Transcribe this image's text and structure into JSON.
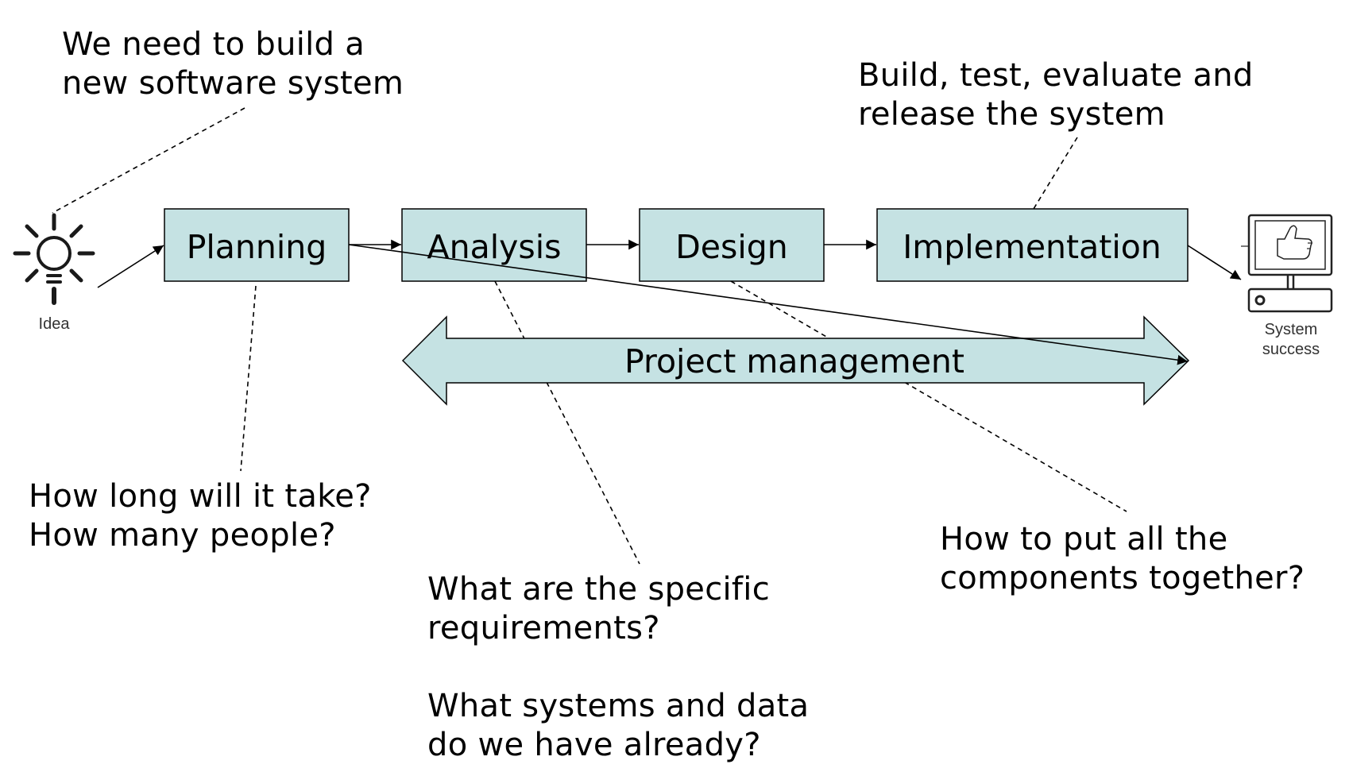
{
  "notes": {
    "idea_note": [
      "We need to build a",
      "new software system"
    ],
    "planning_note": [
      "How long will it take?",
      "How many people?"
    ],
    "analysis_note": [
      "What are the specific",
      "requirements?"
    ],
    "analysis_note_2": [
      "What systems and data",
      "do we have already?"
    ],
    "design_note": [
      "How to put all the",
      "components together?"
    ],
    "implementation_note": [
      "Build, test, evaluate and",
      "release the system"
    ]
  },
  "stages": [
    "Planning",
    "Analysis",
    "Design",
    "Implementation"
  ],
  "project_management": "Project management",
  "idea_label": "Idea",
  "success_label": [
    "System",
    "success"
  ],
  "icons": {
    "idea": "lightbulb-icon",
    "success": "computer-thumbs-up-icon"
  },
  "colors": {
    "box_fill": "#c5e2e3",
    "stroke": "#000000"
  }
}
